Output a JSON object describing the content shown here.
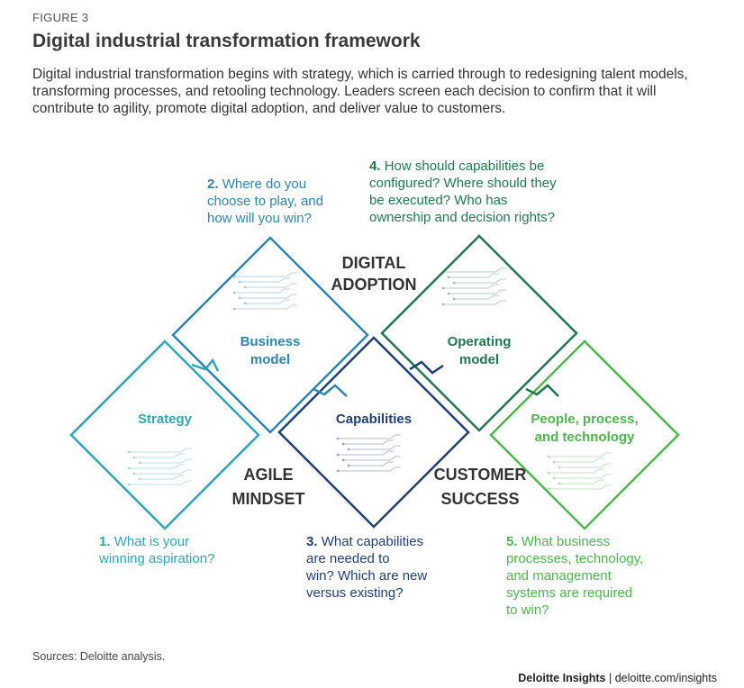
{
  "header": {
    "figure_label": "FIGURE 3",
    "title": "Digital industrial transformation framework",
    "subtitle": "Digital industrial transformation begins with strategy, which is carried through to redesigning talent models, transforming processes, and retooling technology. Leaders screen each decision to confirm that it will contribute to agility, promote digital adoption, and deliver value to customers."
  },
  "colors": {
    "strategy": "#2aa8b8",
    "business_model": "#2a86b8",
    "capabilities": "#1f3f7a",
    "operating_model": "#1e7a4e",
    "people": "#4cb84c",
    "theme_text": "#333333"
  },
  "nodes": {
    "strategy": {
      "label_1": "Strategy",
      "label_2": ""
    },
    "business_model": {
      "label_1": "Business",
      "label_2": "model"
    },
    "capabilities": {
      "label_1": "Capabilities",
      "label_2": ""
    },
    "operating_model": {
      "label_1": "Operating",
      "label_2": "model"
    },
    "people": {
      "label_1": "People, process,",
      "label_2": "and technology"
    }
  },
  "themes": {
    "digital_adoption": {
      "line_1": "DIGITAL",
      "line_2": "ADOPTION"
    },
    "agile_mindset": {
      "line_1": "AGILE",
      "line_2": "MINDSET"
    },
    "customer_success": {
      "line_1": "CUSTOMER",
      "line_2": "SUCCESS"
    }
  },
  "questions": {
    "q1": {
      "num": "1.",
      "lines": [
        "What is your",
        "winning aspiration?"
      ]
    },
    "q2": {
      "num": "2.",
      "lines": [
        "Where do you",
        "choose to play, and",
        "how will you win?"
      ]
    },
    "q3": {
      "num": "3.",
      "lines": [
        "What capabilities",
        "are needed to",
        "win? Which are new",
        "versus existing?"
      ]
    },
    "q4": {
      "num": "4.",
      "lines": [
        "How should capabilities be",
        "configured? Where should they",
        "be executed? Who has",
        "ownership and decision rights?"
      ]
    },
    "q5": {
      "num": "5.",
      "lines": [
        "What business",
        "processes, technology,",
        "and management",
        "systems are required",
        "to win?"
      ]
    }
  },
  "footer": {
    "sources": "Sources: Deloitte analysis.",
    "brand": "Deloitte Insights",
    "separator": "|",
    "url": "deloitte.com/insights"
  }
}
